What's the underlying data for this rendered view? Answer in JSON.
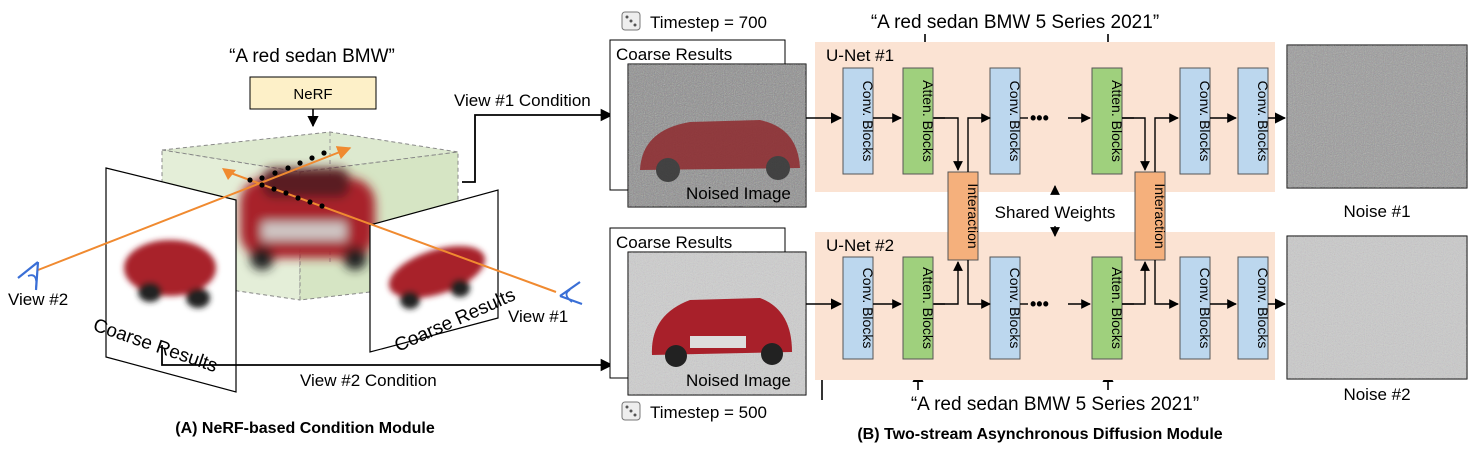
{
  "left": {
    "prompt": "“A red sedan BMW”",
    "nerf_label": "NeRF",
    "coarse_results_left": "Coarse Results",
    "coarse_results_right": "Coarse Results",
    "view1_label": "View #1",
    "view2_label": "View #2",
    "view1_condition": "View #1 Condition",
    "view2_condition": "View #2 Condition",
    "caption": "(A) NeRF-based Condition Module"
  },
  "right": {
    "timestep_top": "Timestep = 700",
    "timestep_bottom": "Timestep = 500",
    "prompt_top": "“A red sedan BMW 5 Series 2021”",
    "prompt_bottom": "“A red sedan BMW 5 Series 2021”",
    "coarse_results_top": "Coarse Results",
    "coarse_results_bottom": "Coarse Results",
    "noised_image_top": "Noised Image",
    "noised_image_bottom": "Noised Image",
    "unet1": "U-Net #1",
    "unet2": "U-Net #2",
    "conv_blocks": "Conv. Blocks",
    "atten_blocks": "Atten. Blocks",
    "interaction": "Interaction",
    "shared_weights": "Shared Weights",
    "dots": "•••",
    "noise1": "Noise #1",
    "noise2": "Noise #2",
    "caption": "(B) Two-stream Asynchronous Diffusion Module"
  },
  "colors": {
    "unet_bg": "#fbe3d3",
    "conv": "#bcd7ee",
    "atten": "#9fd07d",
    "interaction": "#f5b07c",
    "nerf": "#fdf0c8",
    "cube_face": "#dde9cf",
    "view_line": "#f08a30",
    "eye": "#3a6fd6",
    "car": "#a8202a"
  }
}
